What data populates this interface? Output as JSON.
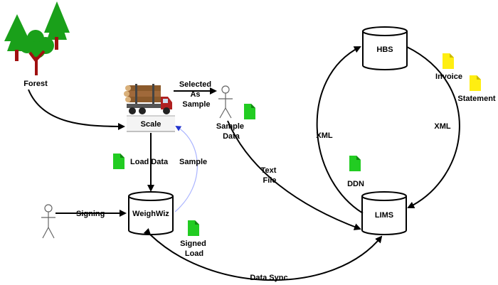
{
  "nodes": {
    "forest": "Forest",
    "scale": "Scale",
    "weighwiz": "WeighWiz",
    "hbs": "HBS",
    "lims": "LIMS"
  },
  "edges": {
    "selected_as_sample": [
      "Selected",
      "As",
      "Sample"
    ],
    "load_data": "Load Data",
    "sample": "Sample",
    "signing": "Signing",
    "text_file": [
      "Text",
      "File"
    ],
    "xml_left": "XML",
    "xml_right": "XML",
    "data_sync": "Data Sync"
  },
  "documents": {
    "sample_data": [
      "Sample",
      "Data"
    ],
    "signed_load": [
      "Signed",
      "Load"
    ],
    "ddn": "DDN",
    "invoice": "Invoice",
    "statement": "Statement"
  },
  "colors": {
    "tree": "#1aa01a",
    "trunk": "#a01010",
    "doc_green": "#22cc22",
    "doc_yellow": "#ffee11",
    "sample_arrow": "#aab4ff",
    "sample_arrowhead": "#2233cc"
  },
  "icons": {
    "forest": "trees-icon",
    "truck": "log-truck-icon",
    "person": "stick-figure-icon",
    "database": "cylinder-database-icon",
    "document": "document-icon"
  }
}
